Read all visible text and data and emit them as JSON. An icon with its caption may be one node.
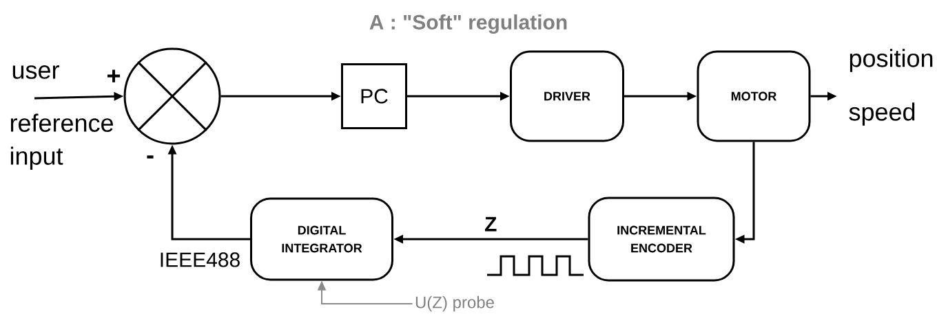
{
  "diagram": {
    "title": "A : \"Soft\" regulation",
    "nodes": [
      {
        "text": [],
        "shape": "circle"
      },
      {
        "text": [
          "PC"
        ]
      },
      {
        "text": [
          "DRIVER"
        ]
      },
      {
        "text": [
          "MOTOR"
        ]
      },
      {
        "text": [
          "INCREMENTAL ENCODER"
        ]
      },
      {
        "text": [
          "DIGITAL INTEGRATOR"
        ]
      },
      {
        "text": [
          "U(Z) probe"
        ]
      }
    ],
    "edges": [
      {
        "from": null,
        "to": 0,
        "arrow": "to"
      },
      {
        "from": 0,
        "to": 1,
        "arrow": "to"
      },
      {
        "from": 1,
        "to": 2,
        "arrow": "to"
      },
      {
        "from": 2,
        "to": 3,
        "arrow": "to"
      },
      {
        "from": 3,
        "to": null,
        "arrow": "to"
      },
      {
        "from": 3,
        "to": 4,
        "arrow": "to"
      },
      {
        "from": 4,
        "to": 5,
        "arrow": "to",
        "label": "Z"
      },
      {
        "from": 5,
        "to": 0,
        "arrow": "to"
      },
      {
        "from": 6,
        "to": 5,
        "arrow": "to",
        "color": "#8a8a8a"
      }
    ],
    "labels": [
      "user",
      "+",
      "reference input",
      "-",
      "IEEE488",
      "position",
      "speed"
    ]
  }
}
